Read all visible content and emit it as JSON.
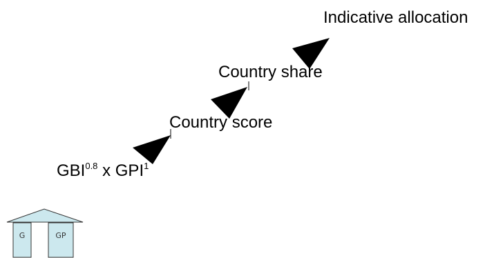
{
  "diagram": {
    "steps": [
      {
        "id": "allocation",
        "label": "Indicative allocation"
      },
      {
        "id": "share",
        "label": "Country share"
      },
      {
        "id": "score",
        "label": "Country score"
      },
      {
        "id": "formula",
        "base1": "GBI",
        "exp1": "0.8",
        "separator": " x ",
        "base2": "GPI",
        "exp2": "1"
      }
    ]
  },
  "logo": {
    "icon": "temple-logo-icon",
    "pillar_left_text": "G",
    "pillar_right_text": "GP",
    "colors": {
      "fill": "#cce8ee",
      "stroke": "#333333"
    }
  },
  "colors": {
    "arrow": "#000000",
    "text": "#000000"
  }
}
